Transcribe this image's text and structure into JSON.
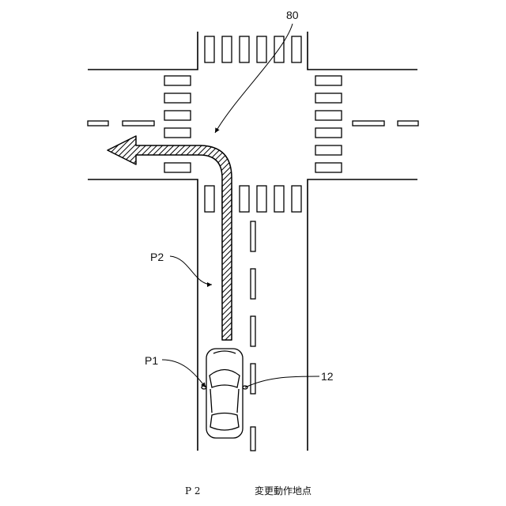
{
  "labels": {
    "ref_80": "80",
    "ref_p2": "P2",
    "ref_p1": "P1",
    "ref_12": "12"
  },
  "caption": {
    "key": "P 2",
    "text": "変更動作地点"
  }
}
